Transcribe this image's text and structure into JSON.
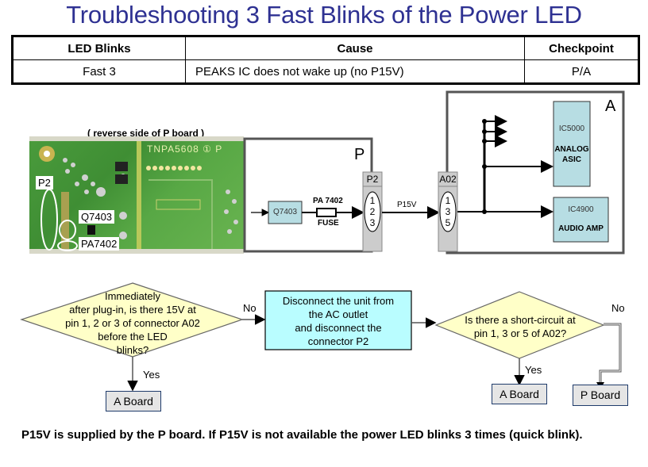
{
  "title": "Troubleshooting 3 Fast Blinks of the Power LED",
  "table": {
    "headers": [
      "LED Blinks",
      "Cause",
      "Checkpoint"
    ],
    "rows": [
      [
        "Fast 3",
        "PEAKS IC does not wake up (no P15V)",
        "P/A"
      ]
    ]
  },
  "photo": {
    "caption": "( reverse side of P board )",
    "board_marking": "TNPA5608 ① P",
    "labels": {
      "p2": "P2",
      "q7403": "Q7403",
      "pa7402": "PA7402"
    }
  },
  "schematic": {
    "p_board": {
      "label": "P",
      "q7403": "Q7403",
      "fuse_ref": "PA 7402",
      "fuse_label": "FUSE",
      "connector": {
        "name": "P2",
        "pins": [
          "1",
          "2",
          "3"
        ]
      }
    },
    "net_label": "P15V",
    "a_board": {
      "label": "A",
      "connector": {
        "name": "A02",
        "pins": [
          "1",
          "3",
          "5"
        ]
      },
      "ic5000": {
        "ref": "IC5000",
        "name_line1": "ANALOG",
        "name_line2": "ASIC"
      },
      "ic4900": {
        "ref": "IC4900",
        "name": "AUDIO AMP"
      }
    },
    "colors": {
      "ic_fill": "#b7dde3",
      "connector_fill": "#cccccc",
      "frame": "#555555"
    }
  },
  "flowchart": {
    "decision1": {
      "lines": [
        "Immediately",
        "after plug-in, is there 15V at",
        "pin 1, 2 or 3 of connector A02",
        "before the LED",
        "blinks?"
      ]
    },
    "decision1_no": "No",
    "decision1_yes": "Yes",
    "action1": {
      "lines": [
        "Disconnect the unit from",
        "the AC outlet",
        "and disconnect the",
        "connector P2"
      ]
    },
    "decision2": {
      "lines": [
        "Is there a short-circuit at",
        "pin 1, 3 or 5 of A02?"
      ]
    },
    "decision2_no": "No",
    "decision2_yes": "Yes",
    "terminal_a1": "A Board",
    "terminal_a2": "A Board",
    "terminal_p": "P Board",
    "colors": {
      "decision_fill": "#ffffc8",
      "action_fill": "#b9fdff",
      "terminal_fill": "#e5e5e5"
    }
  },
  "footnote": "P15V is supplied by the P board. If P15V is not available the power LED blinks 3 times (quick blink)."
}
